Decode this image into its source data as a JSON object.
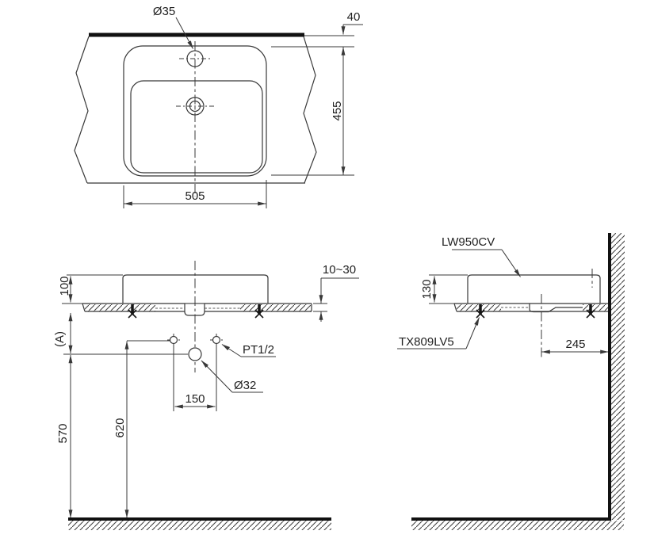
{
  "colors": {
    "line_color": "#383838",
    "heavy_line_color": "#111111",
    "background": "#ffffff"
  },
  "views": {
    "plan": {
      "faucet_hole_dia": "Ø35",
      "front_edge_offset": "40",
      "basin_depth": "455",
      "basin_width": "505"
    },
    "front": {
      "height_above_counter": "100",
      "counter_thickness_range": "10~30",
      "ref_height": "(A)",
      "supply_thread": "PT1/2",
      "drain_dia": "Ø32",
      "supply_hole_spacing": "150",
      "floor_to_supply": "620",
      "floor_to_drain": "570"
    },
    "side": {
      "product_model": "LW950CV",
      "basin_height": "130",
      "fixing_bolt_model": "TX809LV5",
      "drain_to_wall": "245"
    }
  }
}
